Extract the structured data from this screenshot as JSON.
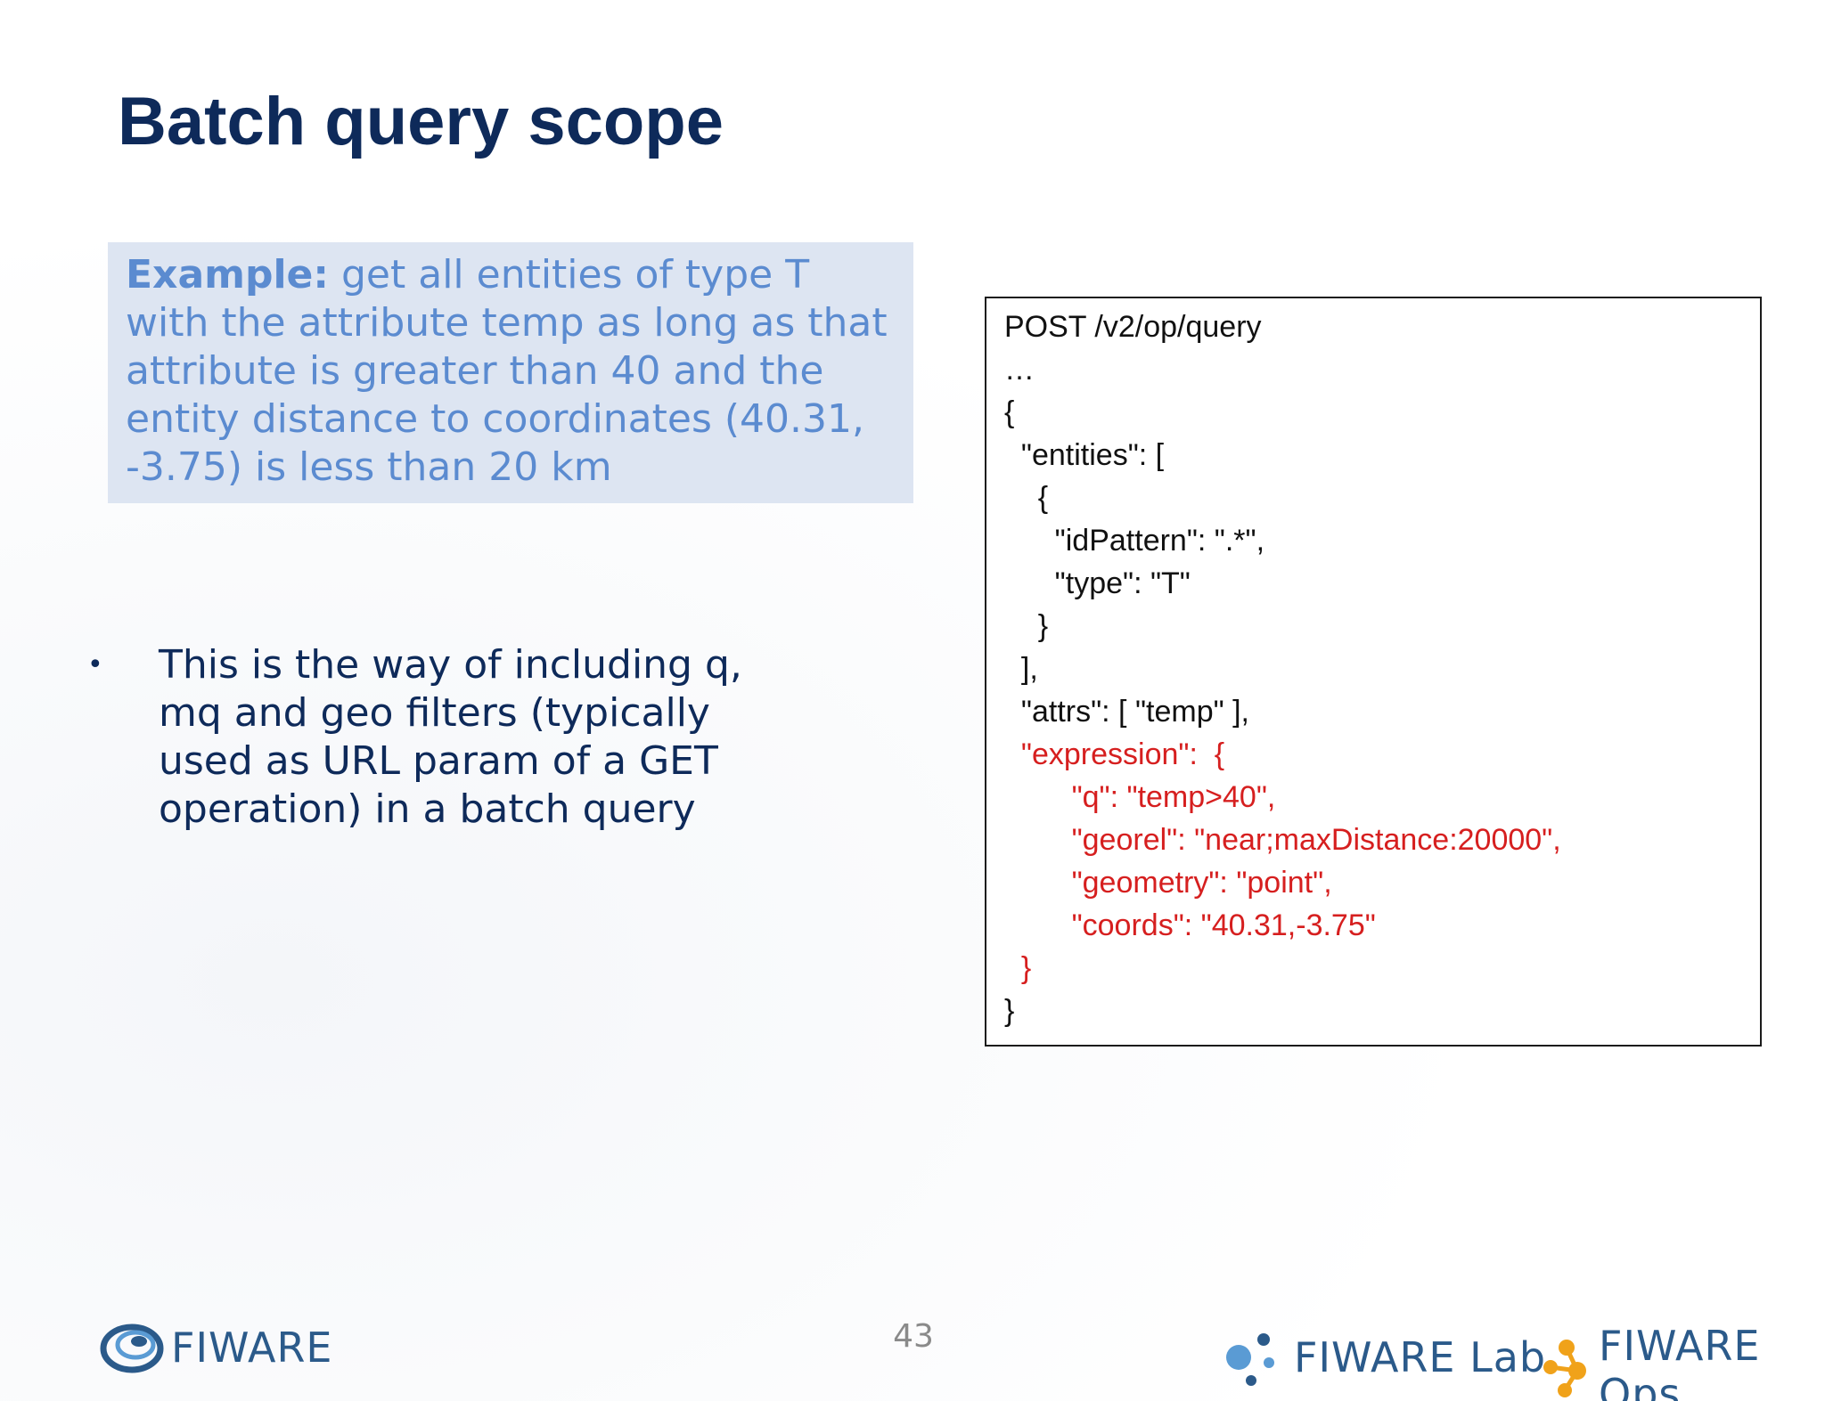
{
  "slide": {
    "title": "Batch query scope",
    "example": {
      "label": "Example:",
      "text": " get all entities of type T with the attribute temp as long as that attribute is greater than 40 and the entity distance to coordinates (40.31, -3.75) is less than 20 km"
    },
    "bullets": [
      {
        "marker": "•",
        "text": "This is the way of including q, mq and geo filters (typically used as URL param of a GET operation) in a batch query"
      }
    ],
    "code": {
      "lines": [
        "POST /v2/op/query",
        "…",
        "{",
        "  \"entities\": [",
        "    {",
        "      \"idPattern\": \".*\",",
        "      \"type\": \"T\"",
        "    }",
        "  ],",
        "  \"attrs\": [ \"temp\" ],",
        "  \"expression\":  {",
        "        \"q\": \"temp>40\",",
        "        \"georel\": \"near;maxDistance:20000\",",
        "        \"geometry\": \"point\",",
        "        \"coords\": \"40.31,-3.75\"",
        "  }",
        "}"
      ],
      "highlight_color": "#d61f1f"
    },
    "page_number": "43"
  },
  "footer": {
    "logos": {
      "fiware": {
        "name": "FIWARE",
        "icon": "fiware-swirl-icon"
      },
      "fiware_lab": {
        "name": "FIWARE Lab",
        "icon": "fiware-lab-dots-icon"
      },
      "fiware_ops": {
        "name": "FIWARE Ops",
        "icon": "fiware-ops-nodes-icon"
      }
    }
  },
  "colors": {
    "title": "#0e2a5a",
    "example_bg": "#dde5f2",
    "example_text": "#5b8bd0",
    "bullet_text": "#0e2a5a",
    "code_text": "#111111",
    "code_highlight": "#d61f1f",
    "brand_blue": "#2b5a8a",
    "brand_orange": "#f0a21a"
  }
}
